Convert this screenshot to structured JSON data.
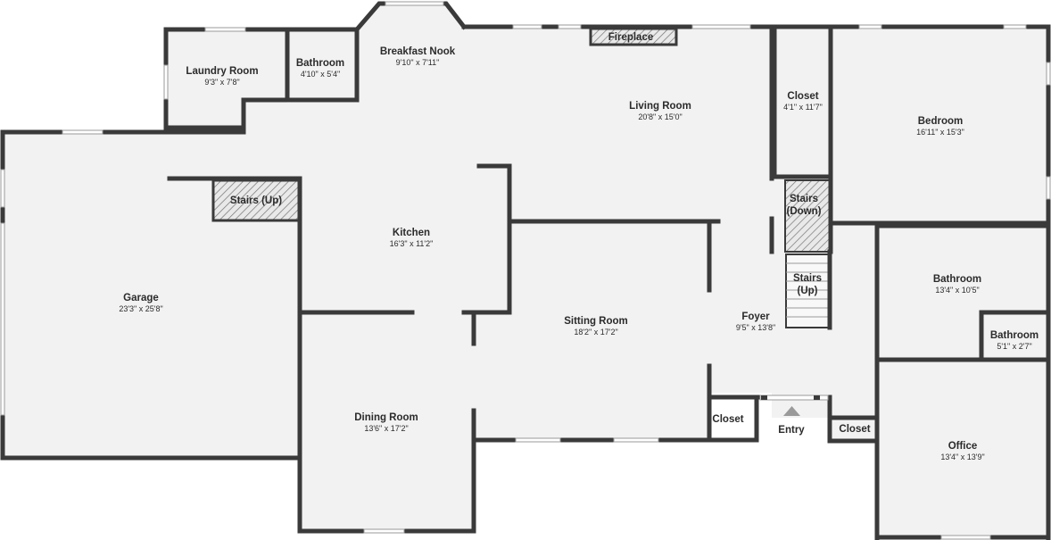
{
  "colors": {
    "wall": "#3a3a3a",
    "floor": "#f2f2f2",
    "window": "#ffffff",
    "text": "#2b2b2b",
    "hatch": "#777777"
  },
  "rooms": {
    "laundry": {
      "name": "Laundry Room",
      "dims": "9'3\" x 7'8\""
    },
    "bath_small": {
      "name": "Bathroom",
      "dims": "4'10\" x 5'4\""
    },
    "breakfast": {
      "name": "Breakfast Nook",
      "dims": "9'10\" x 7'11\""
    },
    "living": {
      "name": "Living Room",
      "dims": "20'8\" x 15'0\""
    },
    "closet_top": {
      "name": "Closet",
      "dims": "4'1\" x 11'7\""
    },
    "bedroom": {
      "name": "Bedroom",
      "dims": "16'11\" x 15'3\""
    },
    "garage": {
      "name": "Garage",
      "dims": "23'3\" x 25'8\""
    },
    "kitchen": {
      "name": "Kitchen",
      "dims": "16'3\" x 11'2\""
    },
    "sitting": {
      "name": "Sitting Room",
      "dims": "18'2\" x 17'2\""
    },
    "foyer": {
      "name": "Foyer",
      "dims": "9'5\" x 13'8\""
    },
    "bath_mid": {
      "name": "Bathroom",
      "dims": "13'4\" x 10'5\""
    },
    "bath_tiny": {
      "name": "Bathroom",
      "dims": "5'1\" x 2'7\""
    },
    "dining": {
      "name": "Dining Room",
      "dims": "13'6\" x 17'2\""
    },
    "office": {
      "name": "Office",
      "dims": "13'4\" x 13'9\""
    }
  },
  "labels": {
    "fireplace": "Fireplace",
    "stairs_up_left": "Stairs (Up)",
    "stairs_down_1": "Stairs",
    "stairs_down_2": "(Down)",
    "stairs_up_1": "Stairs",
    "stairs_up_2": "(Up)",
    "closet_foyer": "Closet",
    "closet_entry": "Closet",
    "entry": "Entry"
  }
}
